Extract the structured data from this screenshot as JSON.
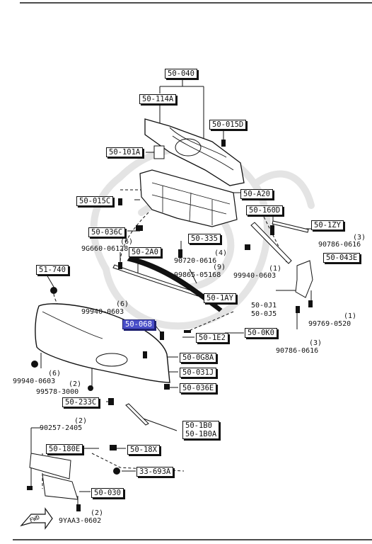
{
  "boxes": {
    "b50_040": "50-040",
    "b50_114A": "50-114A",
    "b50_015D": "50-015D",
    "b50_101A": "50-101A",
    "b50_A20": "50-A20",
    "b50_015C": "50-015C",
    "b50_160D": "50-160D",
    "b50_1ZY": "50-1ZY",
    "b50_036C": "50-036C",
    "b50_335": "50-335",
    "b50_2A0": "50-2A0",
    "b50_043E": "50-043E",
    "b51_740": "51-740",
    "b50_1AY": "50-1AY",
    "b50_068": "50-068",
    "b50_1E2": "50-1E2",
    "b50_0K0": "50-0K0",
    "b50_0G8A": "50-0G8A",
    "b50_031J": "50-031J",
    "b50_036E": "50-036E",
    "b50_233C": "50-233C",
    "b50_1B0": "50-1B0",
    "b50_1B0A": "50-1B0A",
    "b50_180E": "50-180E",
    "b50_18X": "50-18X",
    "b33_693A": "33-693A",
    "b50_030": "50-030"
  },
  "labels": {
    "l_9G660": "9G660-06128",
    "l_6a": "(6)",
    "l_90720": "90720-0616",
    "l_4": "(4)",
    "l_99865": "99865-05168",
    "l_9": "(9)",
    "l_99940a": "99940-0603",
    "l_1a": "(1)",
    "l_3a": "(3)",
    "l_90786a": "90786-0616",
    "l_50_0J1": "50-0J1",
    "l_50_0J5": "50-0J5",
    "l_99940b": "99940-0603",
    "l_6b": "(6)",
    "l_1b": "(1)",
    "l_99769": "99769-0520",
    "l_3b": "(3)",
    "l_90786b": "90786-0616",
    "l_99940c": "99940-0603",
    "l_6c": "(6)",
    "l_99578": "99578-3000",
    "l_2a": "(2)",
    "l_90257": "90257-2405",
    "l_2b": "(2)",
    "l_2c": "(2)",
    "l_9YAA3": "9YAA3-0602",
    "l_fwd": "FWD"
  },
  "colors": {
    "ink": "#111111",
    "highlight": "#4a4fc9",
    "watermark": "#e4e4e4"
  }
}
